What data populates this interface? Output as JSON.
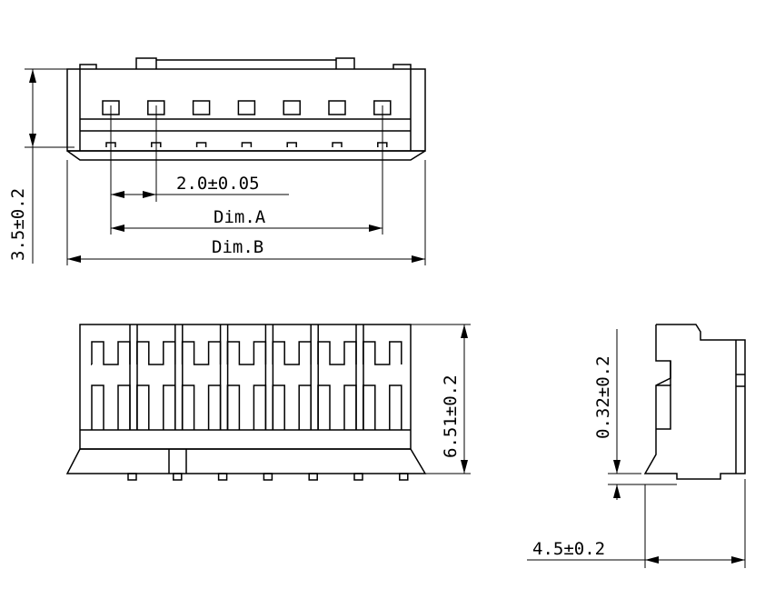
{
  "dimensions": {
    "pitch": "2.0±0.05",
    "dim_a": "Dim.A",
    "dim_b": "Dim.B",
    "top_height": "3.5±0.2",
    "front_height": "6.51±0.2",
    "side_offset": "0.32±0.2",
    "side_depth": "4.5±0.2"
  },
  "pin_count": 7
}
